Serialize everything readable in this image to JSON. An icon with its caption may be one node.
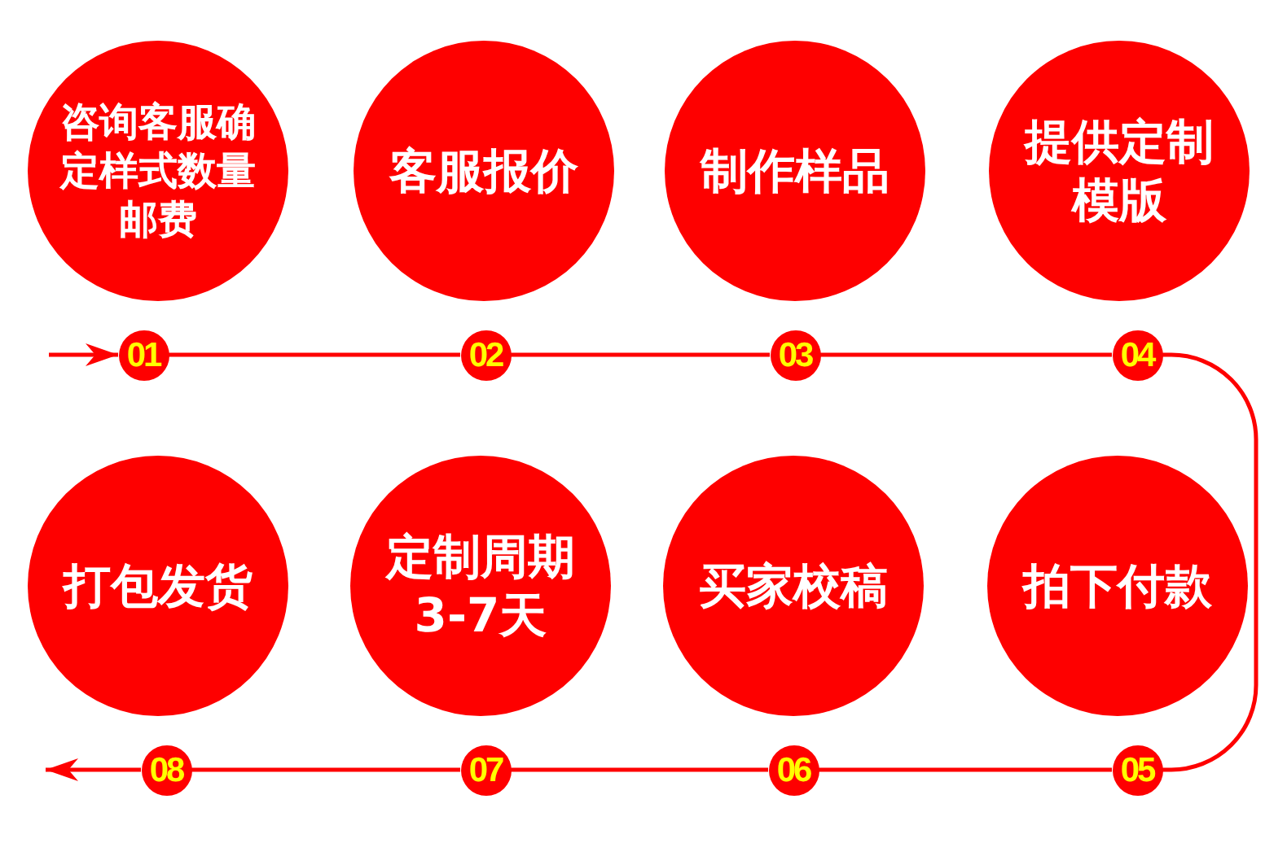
{
  "diagram": {
    "nodes": [
      {
        "text": [
          "咨询客服确定样式数量邮费"
        ]
      },
      {
        "text": [
          "客服报价"
        ]
      },
      {
        "text": [
          "制作样品"
        ]
      },
      {
        "text": [
          "提供定制模版"
        ]
      },
      {
        "text": [
          "01"
        ]
      },
      {
        "text": [
          "02"
        ]
      },
      {
        "text": [
          "03"
        ]
      },
      {
        "text": [
          "04"
        ]
      },
      {
        "text": [
          "打包发货"
        ]
      },
      {
        "text": [
          "定制周期3-7天"
        ]
      },
      {
        "text": [
          "买家校稿"
        ]
      },
      {
        "text": [
          "拍下付款"
        ]
      },
      {
        "text": [
          "08"
        ]
      },
      {
        "text": [
          "07"
        ]
      },
      {
        "text": [
          "06"
        ]
      },
      {
        "text": [
          "05"
        ]
      }
    ],
    "edges": [
      {
        "from": null,
        "to": 4,
        "arrow": "to"
      },
      {
        "from": 4,
        "to": 5,
        "arrow": "none"
      },
      {
        "from": 5,
        "to": 6,
        "arrow": "none"
      },
      {
        "from": 6,
        "to": 7,
        "arrow": "none"
      },
      {
        "from": 7,
        "to": 15,
        "arrow": "none"
      },
      {
        "from": 15,
        "to": 14,
        "arrow": "none"
      },
      {
        "from": 14,
        "to": 13,
        "arrow": "none"
      },
      {
        "from": 13,
        "to": 12,
        "arrow": "none"
      },
      {
        "from": 12,
        "to": null,
        "arrow": "to"
      }
    ]
  }
}
